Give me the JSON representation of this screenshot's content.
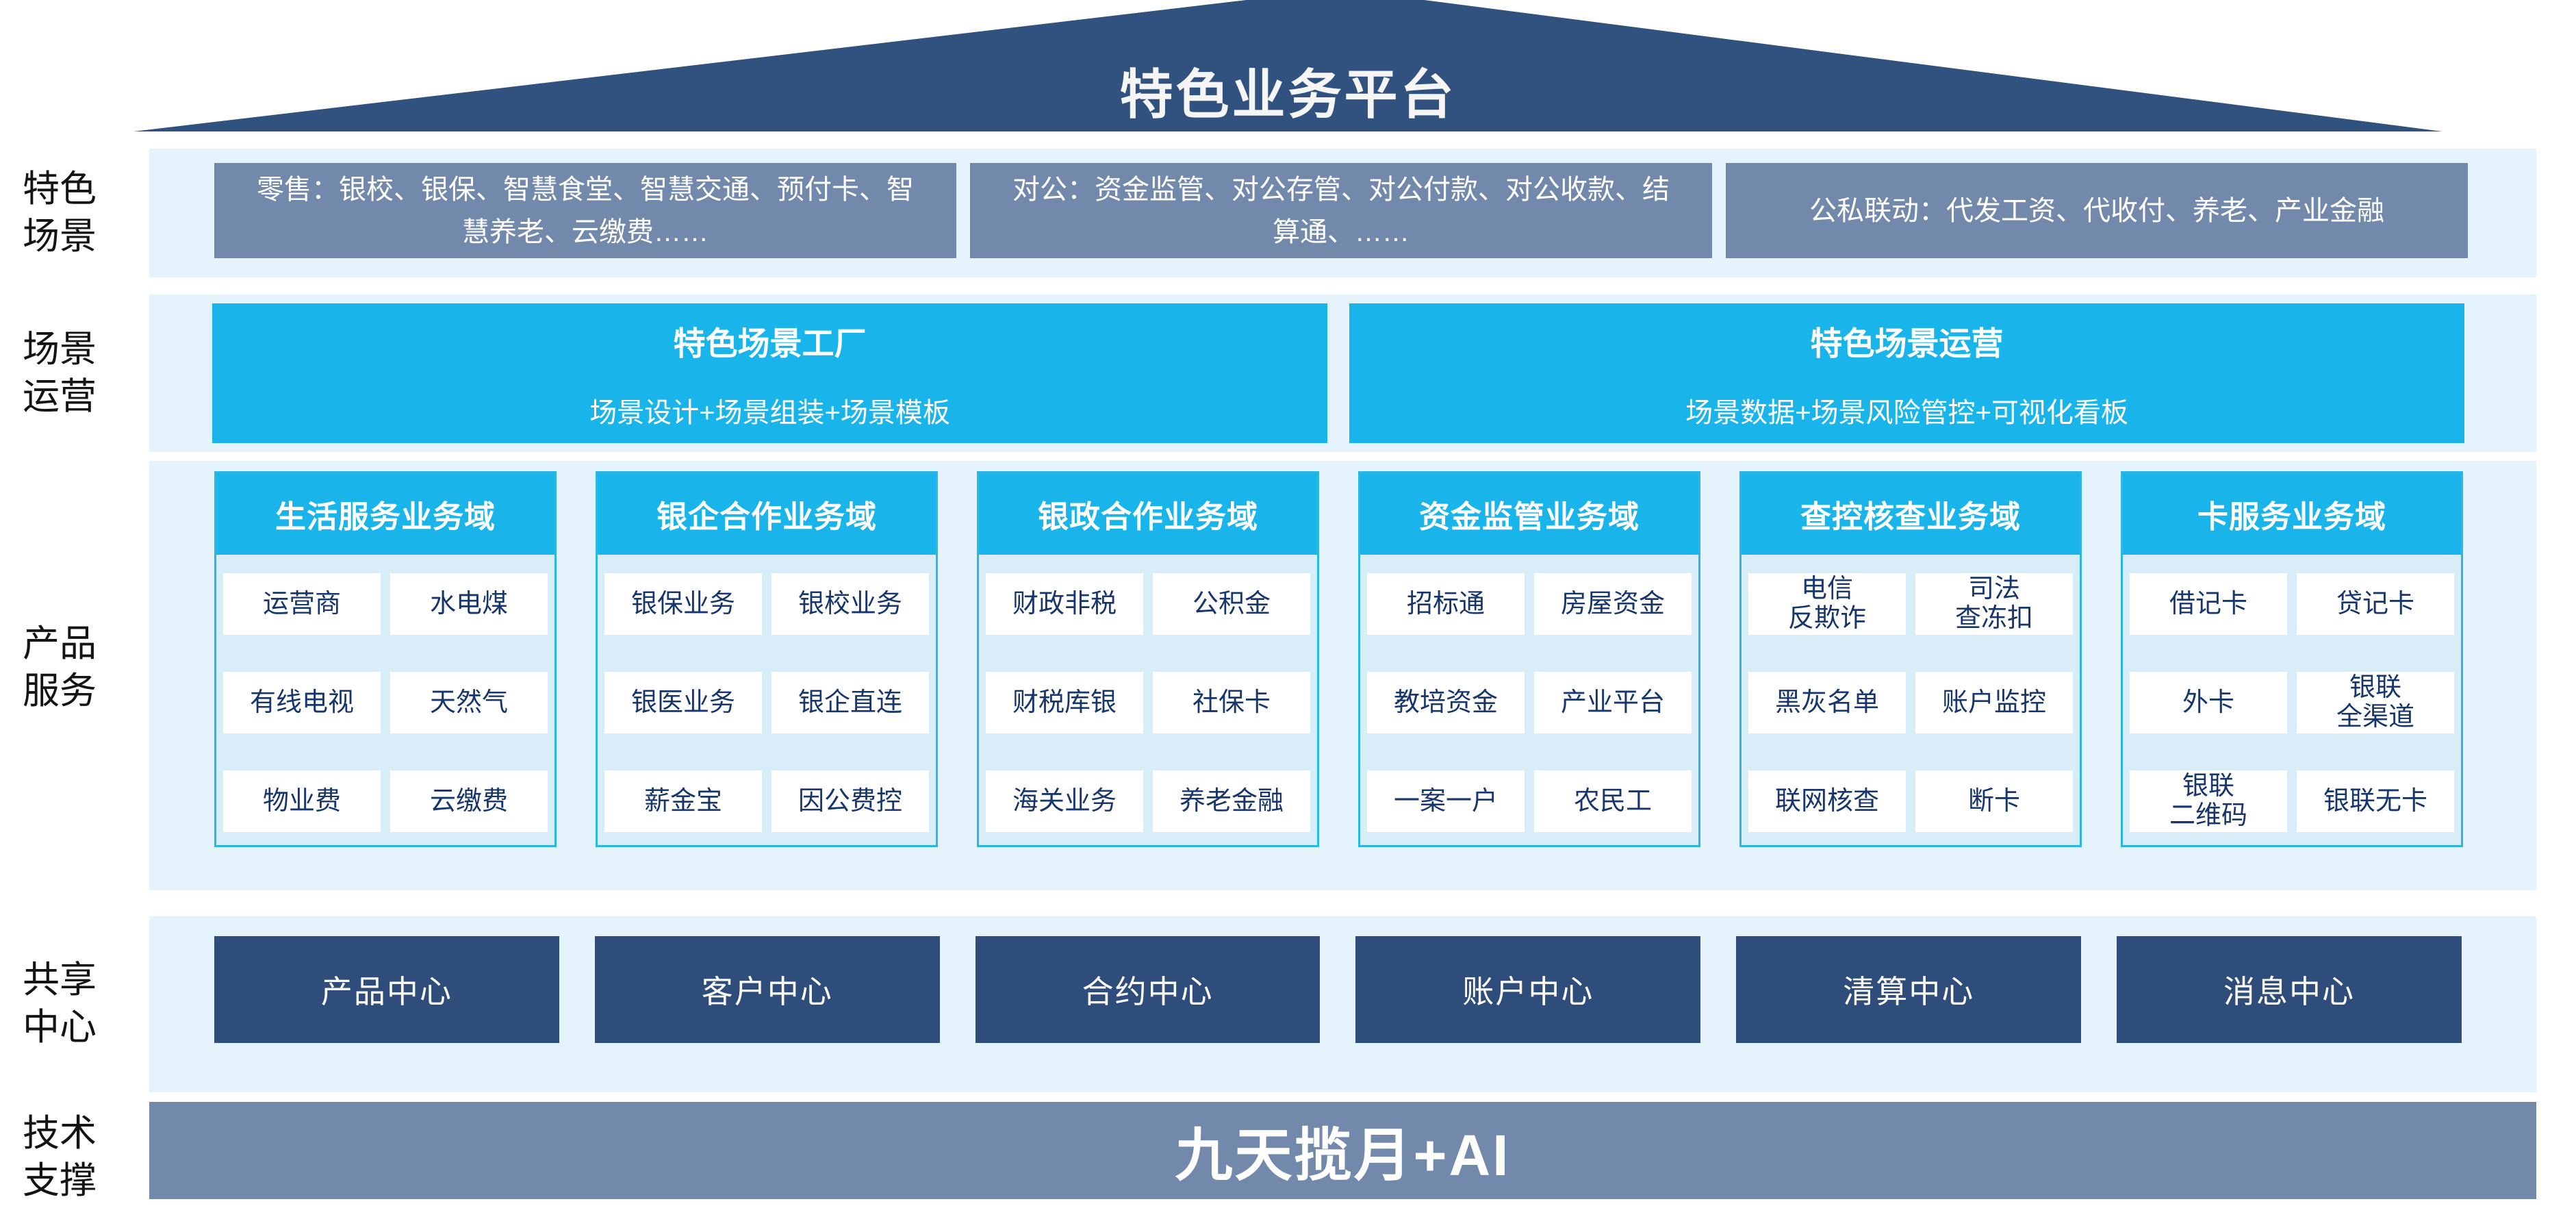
{
  "roof": {
    "title": "特色业务平台"
  },
  "side_labels": [
    {
      "text": "特色\n场景"
    },
    {
      "text": "场景\n运营"
    },
    {
      "text": "产品\n服务"
    },
    {
      "text": "共享\n中心"
    },
    {
      "text": "技术\n支撑"
    }
  ],
  "scenario_row": {
    "boxes": [
      {
        "text": "零售：银校、银保、智慧食堂、智慧交通、预付卡、智慧养老、云缴费……"
      },
      {
        "text": "对公：资金监管、对公存管、对公付款、对公收款、结算通、……"
      },
      {
        "text": "公私联动：代发工资、代收付、养老、产业金融"
      }
    ]
  },
  "operation_row": {
    "boxes": [
      {
        "title": "特色场景工厂",
        "subtitle": "场景设计+场景组装+场景模板"
      },
      {
        "title": "特色场景运营",
        "subtitle": "场景数据+场景风险管控+可视化看板"
      }
    ]
  },
  "product_row": {
    "columns": [
      {
        "header": "生活服务业务域",
        "cells": [
          "运营商",
          "水电煤",
          "有线电视",
          "天然气",
          "物业费",
          "云缴费"
        ]
      },
      {
        "header": "银企合作业务域",
        "cells": [
          "银保业务",
          "银校业务",
          "银医业务",
          "银企直连",
          "薪金宝",
          "因公费控"
        ]
      },
      {
        "header": "银政合作业务域",
        "cells": [
          "财政非税",
          "公积金",
          "财税库银",
          "社保卡",
          "海关业务",
          "养老金融"
        ]
      },
      {
        "header": "资金监管业务域",
        "cells": [
          "招标通",
          "房屋资金",
          "教培资金",
          "产业平台",
          "一案一户",
          "农民工"
        ]
      },
      {
        "header": "查控核查业务域",
        "cells": [
          "电信\n反欺诈",
          "司法\n查冻扣",
          "黑灰名单",
          "账户监控",
          "联网核查",
          "断卡"
        ]
      },
      {
        "header": "卡服务业务域",
        "cells": [
          "借记卡",
          "贷记卡",
          "外卡",
          "银联\n全渠道",
          "银联\n二维码",
          "银联无卡"
        ]
      }
    ]
  },
  "share_row": {
    "centers": [
      "产品中心",
      "客户中心",
      "合约中心",
      "账户中心",
      "清算中心",
      "消息中心"
    ]
  },
  "tech_row": {
    "label": "九天揽月+AI"
  },
  "colors": {
    "roof_blue": "#31517e",
    "band_light_blue": "#e4f3fc",
    "cyan": "#19b5ea",
    "steel_blue": "#7289ac",
    "center_navy": "#2e4d7b",
    "cell_text_navy": "#17366b",
    "column_body": "#d9edf9"
  }
}
